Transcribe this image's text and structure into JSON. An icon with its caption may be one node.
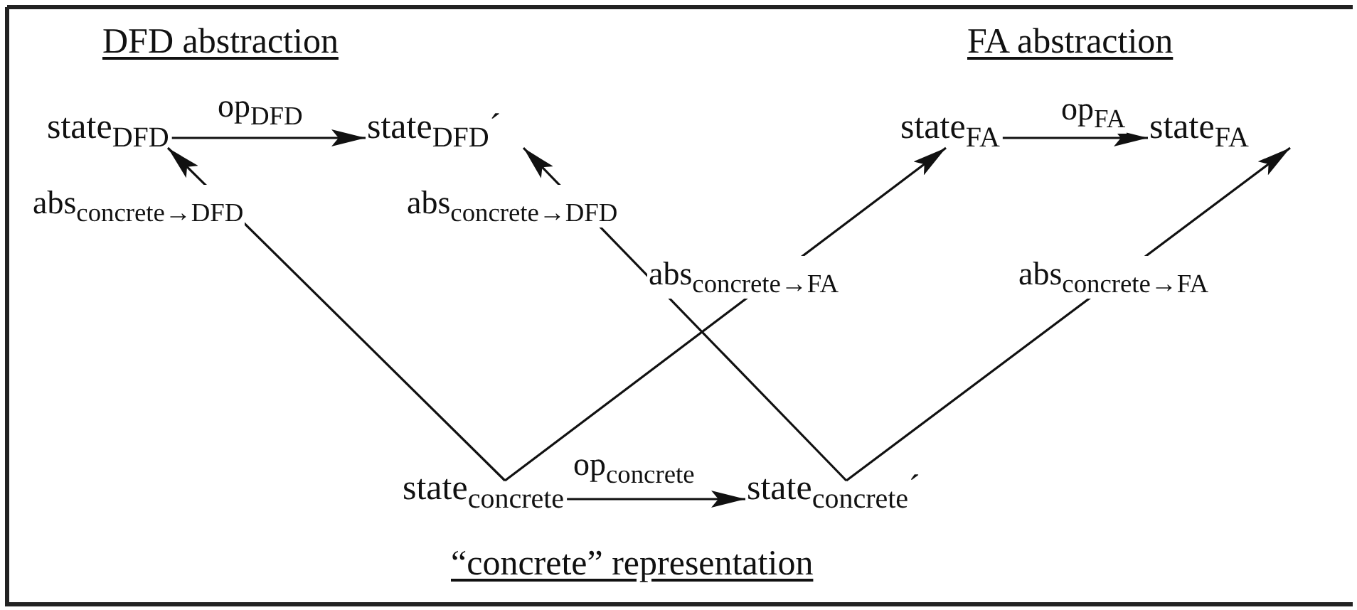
{
  "diagram": {
    "nodes": [
      {
        "text": [
          "state$_{DFD}$"
        ]
      },
      {
        "text": [
          "state$_{DFD}$´"
        ]
      },
      {
        "text": [
          "state$_{FA}$"
        ]
      },
      {
        "text": [
          "state$_{FA}$"
        ]
      },
      {
        "text": [
          "state$_{concrete}$"
        ]
      },
      {
        "text": [
          "state$_{concrete}$´"
        ]
      }
    ],
    "edges": [
      {
        "from": 0,
        "to": 1,
        "arrow": "to",
        "label": "op$_{DFD}$"
      },
      {
        "from": 2,
        "to": 3,
        "arrow": "to",
        "label": "op$_{FA}$"
      },
      {
        "from": 4,
        "to": 5,
        "arrow": "to",
        "label": "op$_{concrete}$"
      },
      {
        "from": 4,
        "to": 0,
        "arrow": "to",
        "label": "abs$_{concrete→DFD}$"
      },
      {
        "from": 4,
        "to": 2,
        "arrow": "to",
        "label": "abs$_{concrete→FA}$"
      },
      {
        "from": 5,
        "to": 1,
        "arrow": "to",
        "label": "abs$_{concrete→DFD}$"
      },
      {
        "from": 5,
        "to": 3,
        "arrow": "to",
        "label": "abs$_{concrete→FA}$"
      }
    ],
    "labels": [
      "DFD abstraction",
      "FA abstraction",
      "“concrete” representation"
    ]
  }
}
